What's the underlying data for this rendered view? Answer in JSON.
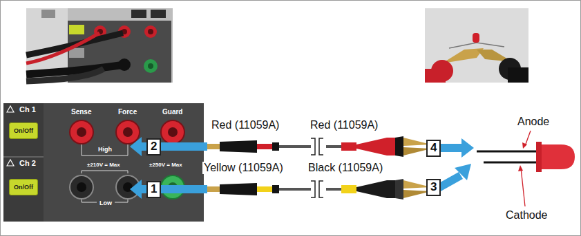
{
  "diagram": {
    "nodes": [
      {
        "text": [
          "On/Off"
        ]
      },
      {
        "text": [
          "On/Off"
        ]
      }
    ],
    "labels": [
      "Ch 1",
      "Sense",
      "Force",
      "Guard",
      "High",
      "±210V = Max",
      "±250V = Max",
      "Ch 2",
      "Low",
      "2",
      "1",
      "Red (11059A)",
      "Yellow (11059A)",
      "Red (11059A)",
      "Black (11059A)",
      "4",
      "Anode",
      "3",
      "Cathode"
    ]
  }
}
